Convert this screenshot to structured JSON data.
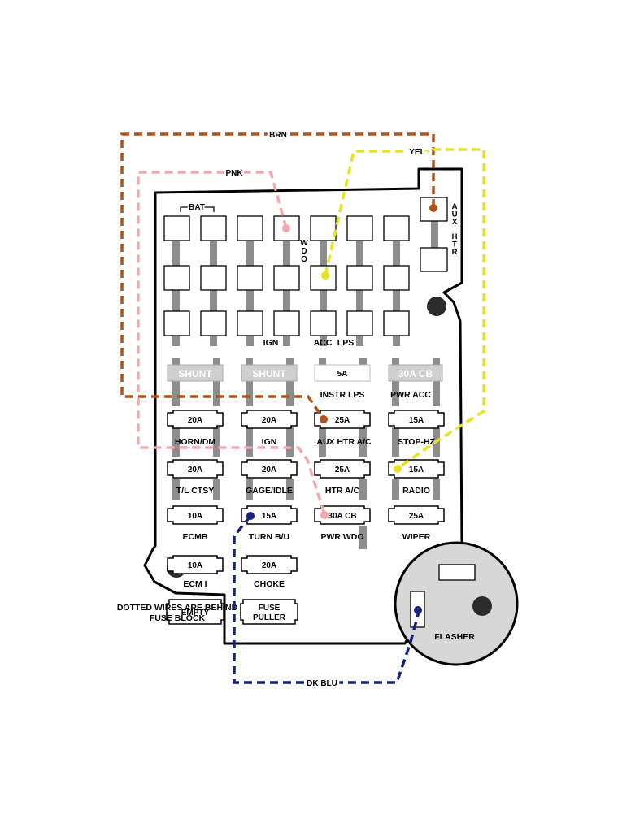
{
  "colors": {
    "brn": "#b0521a",
    "pnk": "#f2a9ad",
    "yel": "#e6e422",
    "dk_blu": "#142277",
    "bar_gray": "#8d8d8d",
    "flasher_fill": "#d7d7d7"
  },
  "wires": {
    "brn": "BRN",
    "pnk": "PNK",
    "yel": "YEL",
    "dk_blu": "DK BLU"
  },
  "top_labels": {
    "bat": "BAT",
    "wdo": "WDO",
    "ign": "IGN",
    "acc": "ACC",
    "lps": "LPS",
    "aux_htr": "AUX HTR"
  },
  "shunt_row": [
    {
      "text": "SHUNT",
      "label": ""
    },
    {
      "text": "SHUNT",
      "label": ""
    },
    {
      "text": "5A",
      "label": "INSTR LPS"
    },
    {
      "text": "30A CB",
      "label": "PWR ACC"
    }
  ],
  "fuse_rows": [
    [
      {
        "amp": "20A",
        "label": "HORN/DM"
      },
      {
        "amp": "20A",
        "label": "IGN"
      },
      {
        "amp": "25A",
        "label": "AUX HTR A/C"
      },
      {
        "amp": "15A",
        "label": "STOP-HZ"
      }
    ],
    [
      {
        "amp": "20A",
        "label": "T/L CTSY"
      },
      {
        "amp": "20A",
        "label": "GAGE/IDLE"
      },
      {
        "amp": "25A",
        "label": "HTR A/C"
      },
      {
        "amp": "15A",
        "label": "RADIO"
      }
    ],
    [
      {
        "amp": "10A",
        "label": "ECMB"
      },
      {
        "amp": "15A",
        "label": "TURN B/U"
      },
      {
        "amp": "30A CB",
        "label": "PWR WDO"
      },
      {
        "amp": "25A",
        "label": "WIPER"
      }
    ],
    [
      {
        "amp": "10A",
        "label": "ECM I"
      },
      {
        "amp": "20A",
        "label": "CHOKE"
      }
    ],
    [
      {
        "amp": "EMPTY",
        "label": ""
      },
      {
        "amp": "FUSE PULLER",
        "label": ""
      }
    ]
  ],
  "note": "DOTTED WIRES ARE BEHIND FUSE BLOCK",
  "flasher": "FLASHER"
}
